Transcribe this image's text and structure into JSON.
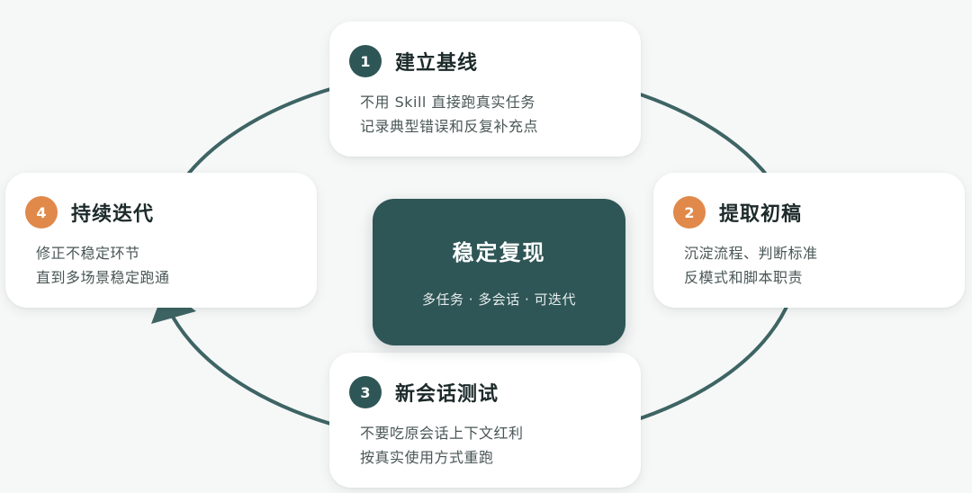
{
  "colors": {
    "ring": "#3e6464",
    "badge_dark": "#2f5656",
    "badge_orange": "#e0894b",
    "center_bg": "#2f5656"
  },
  "center": {
    "title": "稳定复现",
    "subtitle": "多任务 · 多会话 · 可迭代"
  },
  "steps": [
    {
      "number": "1",
      "title": "建立基线",
      "lines": [
        "不用 Skill 直接跑真实任务",
        "记录典型错误和反复补充点"
      ]
    },
    {
      "number": "2",
      "title": "提取初稿",
      "lines": [
        "沉淀流程、判断标准",
        "反模式和脚本职责"
      ]
    },
    {
      "number": "3",
      "title": "新会话测试",
      "lines": [
        "不要吃原会话上下文红利",
        "按真实使用方式重跑"
      ]
    },
    {
      "number": "4",
      "title": "持续迭代",
      "lines": [
        "修正不稳定环节",
        "直到多场景稳定跑通"
      ]
    }
  ]
}
